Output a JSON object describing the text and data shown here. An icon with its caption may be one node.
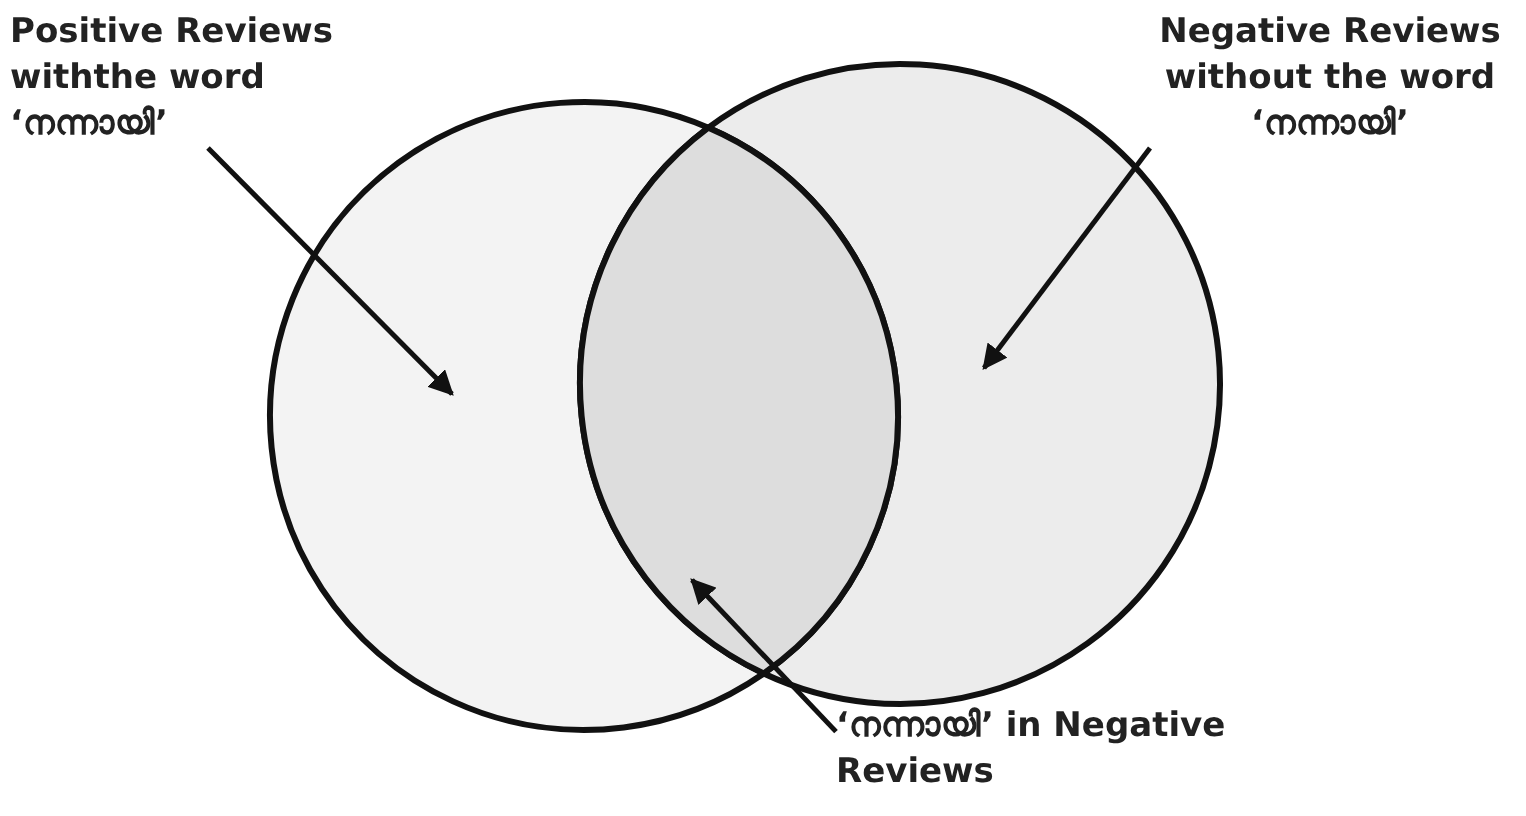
{
  "diagram": {
    "nodes": [
      {
        "text": [
          "Positive Reviews withthe word ‘നന്നായി’"
        ]
      },
      {
        "text": [
          "Negative Reviews without the word ‘നന്നായി’"
        ]
      },
      {
        "text": [
          "‘നന്നായി’ in Negative Reviews"
        ]
      },
      {
        "text": [],
        "shape": "circle"
      },
      {
        "text": [],
        "shape": "circle"
      },
      {
        "text": [],
        "shape": "lens"
      }
    ],
    "edges": [
      {
        "from": 0,
        "to": 3,
        "arrow": "to"
      },
      {
        "from": 1,
        "to": 4,
        "arrow": "to"
      },
      {
        "from": 2,
        "to": 5,
        "arrow": "to"
      }
    ]
  }
}
